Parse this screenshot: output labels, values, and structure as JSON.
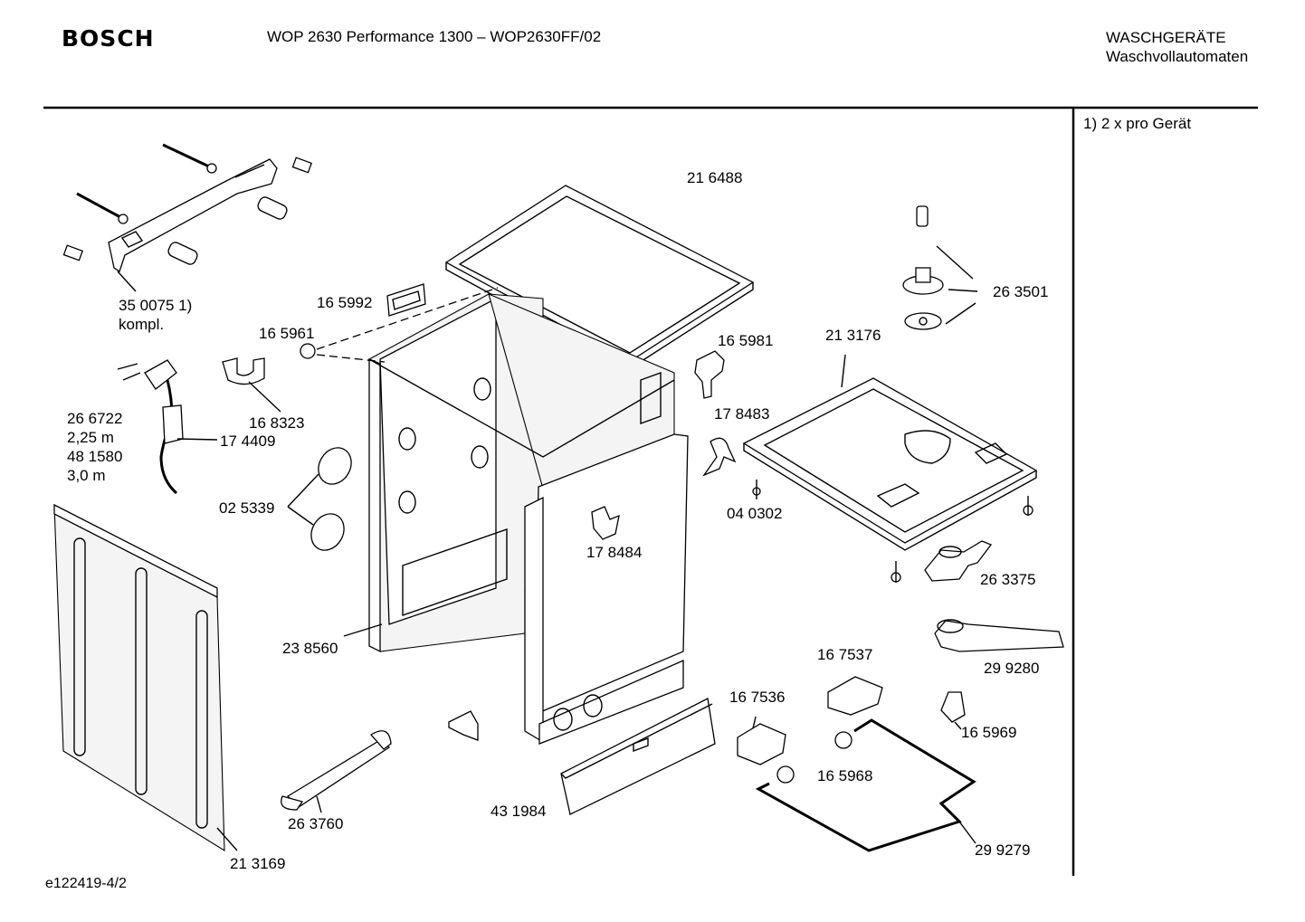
{
  "header": {
    "brand": "BOSCH",
    "title": "WOP 2630 Performance 1300 – WOP2630FF/02",
    "category_line1": "WASCHGERÄTE",
    "category_line2": "Waschvollautomaten"
  },
  "side_note": "1) 2 x pro Gerät",
  "footer_code": "e122419-4/2",
  "parts": {
    "p350075": "35 0075 1)",
    "p350075_note": "kompl.",
    "p165992": "16 5992",
    "p165961": "16 5961",
    "p216488": "21 6488",
    "p263501": "26 3501",
    "p165981": "16 5981",
    "p213176": "21 3176",
    "p168323": "16 8323",
    "p266722": "26 6722",
    "p266722_len": "2,25 m",
    "p481580": "48 1580",
    "p481580_len": "3,0 m",
    "p174409": "17 4409",
    "p178483": "17 8483",
    "p040302": "04 0302",
    "p025339": "02 5339",
    "p178484": "17 8484",
    "p263375": "26 3375",
    "p238560": "23 8560",
    "p167537": "16 7537",
    "p299280": "29 9280",
    "p167536": "16 7536",
    "p165969": "16 5969",
    "p165968": "16 5968",
    "p263760": "26 3760",
    "p431984": "43 1984",
    "p299279": "29 9279",
    "p213169": "21 3169"
  }
}
